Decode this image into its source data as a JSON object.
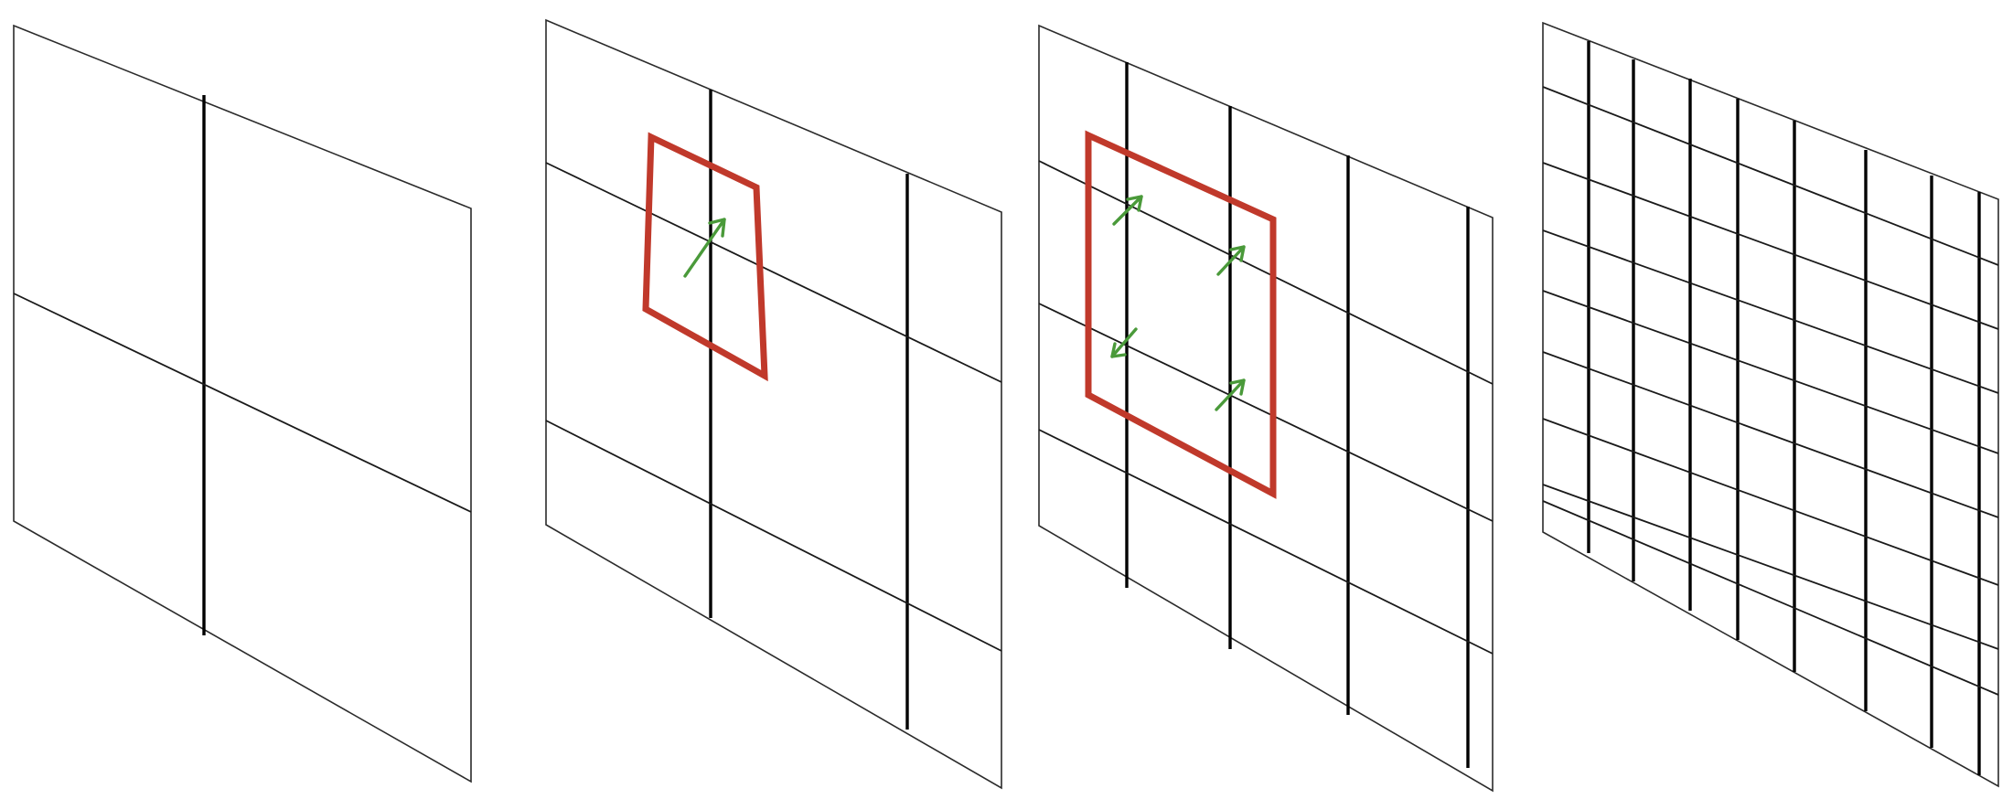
{
  "figure": {
    "panels": [
      {
        "grid_cols": 2,
        "grid_rows": 2,
        "has_selection": false,
        "arrow_count": 0
      },
      {
        "grid_cols": 3,
        "grid_rows": 3,
        "has_selection": true,
        "arrow_count": 1
      },
      {
        "grid_cols": 4,
        "grid_rows": 4,
        "has_selection": true,
        "arrow_count": 4
      },
      {
        "grid_cols": 10,
        "grid_rows": 10,
        "has_selection": false,
        "arrow_count": 0
      }
    ],
    "colors": {
      "frame": "#2b2b2b",
      "grid": "#000000",
      "selection": "#c0392b",
      "arrow": "#4a9a3a",
      "background": "#ffffff"
    }
  }
}
